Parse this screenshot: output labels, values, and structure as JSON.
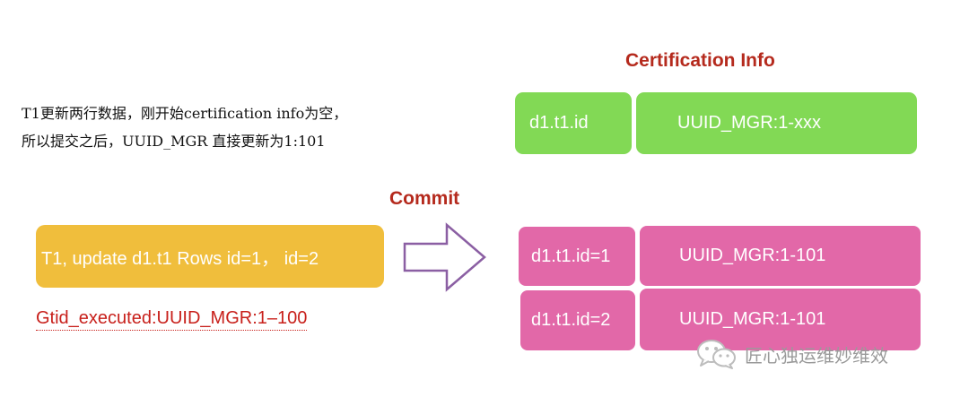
{
  "certification": {
    "title": "Certification Info",
    "key_label": "d1.t1.id",
    "value_label": "UUID_MGR:1-xxx"
  },
  "description": {
    "line1": "T1更新两行数据，刚开始certification info为空，",
    "line2": "所以提交之后，UUID_MGR 直接更新为1:101"
  },
  "commit": {
    "title": "Commit"
  },
  "transaction": {
    "label": "T1, update d1.t1 Rows id=1，  id=2"
  },
  "gtid": {
    "label": "Gtid_executed:UUID_MGR:1–100"
  },
  "result_rows": [
    {
      "key": "d1.t1.id=1",
      "value": "UUID_MGR:1-101"
    },
    {
      "key": "d1.t1.id=2",
      "value": "UUID_MGR:1-101"
    }
  ],
  "watermark": {
    "text": "匠心独运维妙维效",
    "icon": "wechat-icon"
  },
  "colors": {
    "green": "#82d955",
    "pink": "#e268a8",
    "orange": "#f0be3c",
    "title_red": "#b52a1d",
    "gtid_red": "#c8201b",
    "arrow_purple": "#8b5fa3"
  }
}
